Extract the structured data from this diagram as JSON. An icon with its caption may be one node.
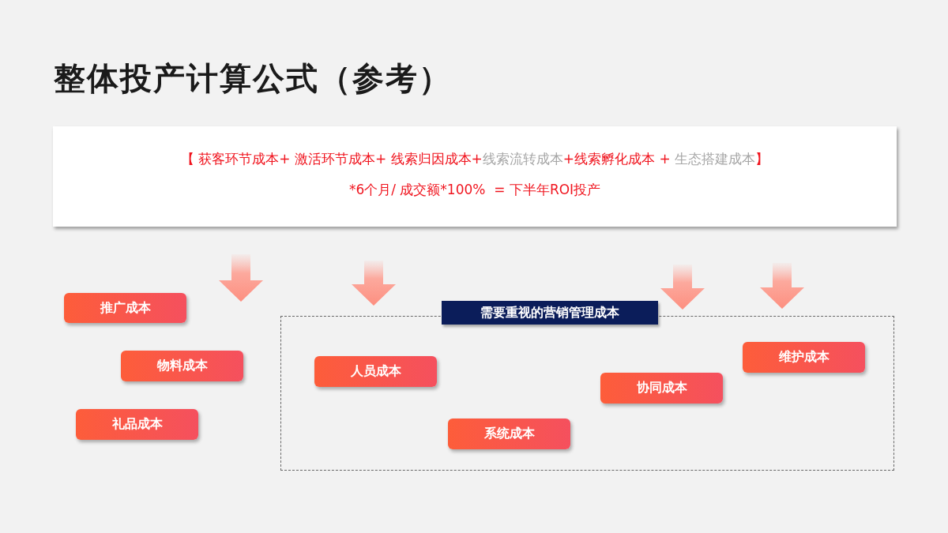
{
  "diagram": {
    "title": "整体投产计算公式（参考）",
    "nodes": [
      {
        "text": [
          "【 获客环节成本+ 激活环节成本+ 线索归因成本+",
          "线索流转成本",
          "+线索孵化成本 + ",
          "生态搭建成本",
          "】",
          "*6个月/ 成交额*100%  = 下半年ROI投产"
        ]
      },
      {
        "text": [
          "推广成本"
        ]
      },
      {
        "text": [
          "物料成本"
        ]
      },
      {
        "text": [
          "礼品成本"
        ]
      },
      {
        "text": [
          "需要重视的营销管理成本"
        ]
      },
      {
        "text": [
          "人员成本"
        ],
        "in": 4
      },
      {
        "text": [
          "系统成本"
        ],
        "in": 4
      },
      {
        "text": [
          "协同成本"
        ],
        "in": 4
      },
      {
        "text": [
          "维护成本"
        ],
        "in": 4
      }
    ],
    "edges": []
  }
}
